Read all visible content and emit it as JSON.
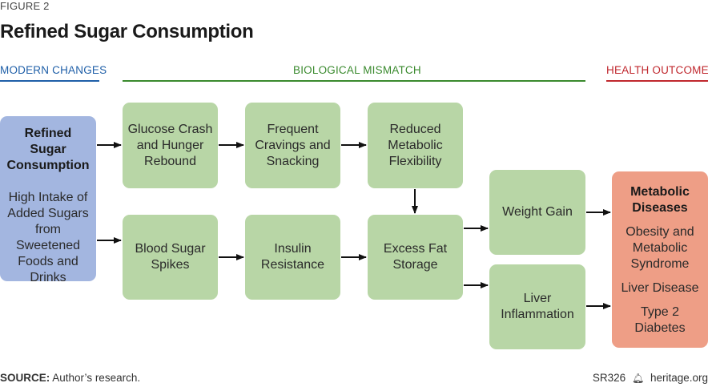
{
  "figure_label": "FIGURE 2",
  "title": "Refined Sugar Consumption",
  "sections": {
    "modern": "MODERN CHANGES",
    "mismatch": "BIOLOGICAL MISMATCH",
    "outcomes": "HEALTH OUTCOMES"
  },
  "colors": {
    "modern": "#1f5fa8",
    "mismatch": "#3a8a2e",
    "outcomes": "#c0282e",
    "green_box": "#b8d6a6",
    "blue_box": "#a3b6e0",
    "red_box": "#ee9e86"
  },
  "nodes": {
    "source": {
      "heading": "Refined Sugar Consumption",
      "body": "High Intake of Added Sugars from Sweetened Foods and Drinks"
    },
    "glucose_crash": "Glucose Crash and Hunger Rebound",
    "cravings": "Frequent Cravings and Snacking",
    "metabolic_flex": "Reduced Metabolic Flexibility",
    "blood_sugar": "Blood Sugar Spikes",
    "insulin": "Insulin Resistance",
    "fat_storage": "Excess Fat Storage",
    "weight_gain": "Weight Gain",
    "liver_inflammation": "Liver Inflammation",
    "outcome": {
      "heading": "Metabolic Diseases",
      "items": [
        "Obesity and Metabolic Syndrome",
        "Liver Disease",
        "Type 2 Diabetes"
      ]
    }
  },
  "footer": {
    "source_key": "SOURCE:",
    "source_text": "Author’s research.",
    "report_id": "SR326",
    "site": "heritage.org",
    "bell_icon": "bell-icon"
  }
}
